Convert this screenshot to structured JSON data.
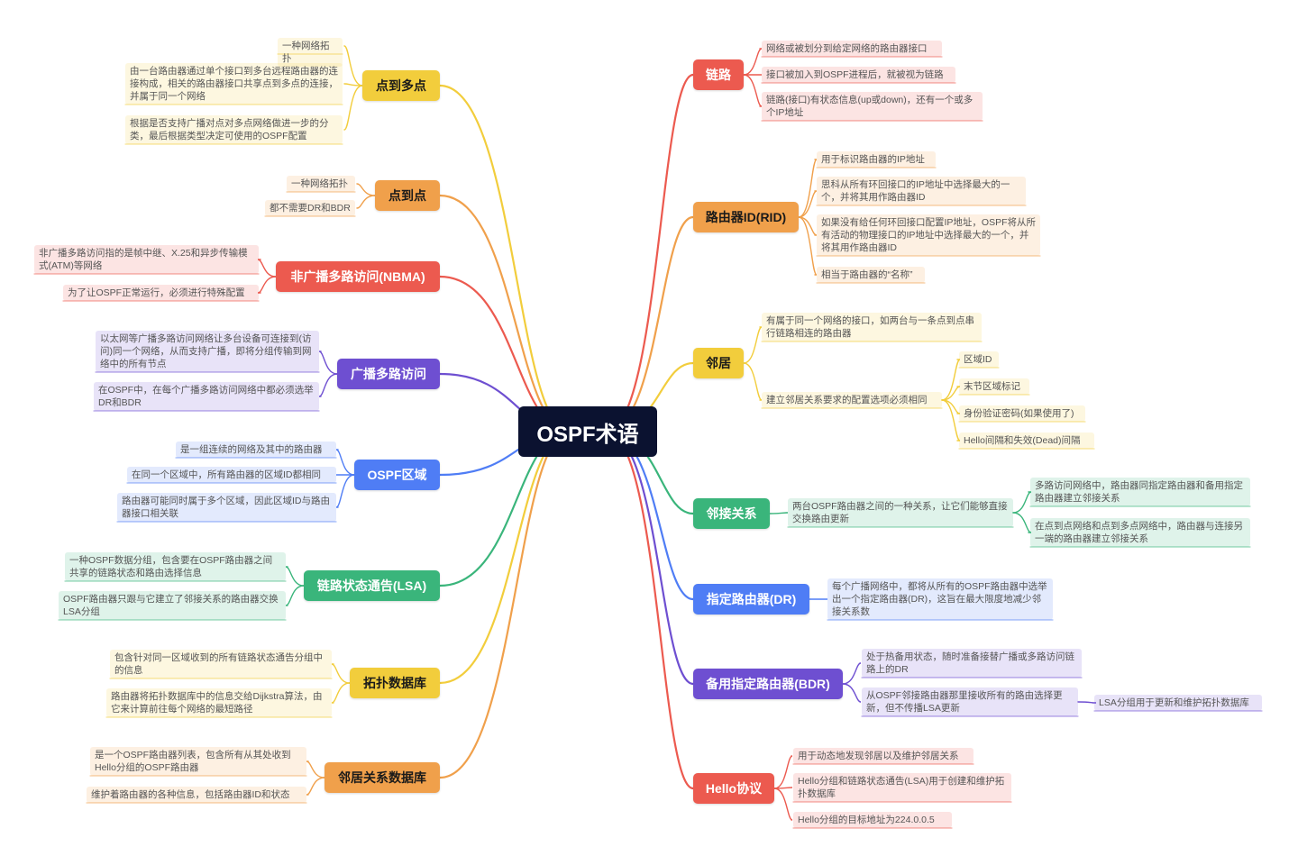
{
  "root": {
    "label": "OSPF术语"
  },
  "colors": {
    "yellow": "#f2cd3c",
    "orange": "#f0a04b",
    "red": "#ec5a4f",
    "purple": "#6e4fd1",
    "blue": "#4f7df5",
    "green": "#3ab57b"
  },
  "topics": [
    {
      "id": "p2mp",
      "label": "点到多点",
      "color": "#f2cd3c",
      "children": [
        {
          "text": "一种网络拓扑"
        },
        {
          "text": "由一台路由器通过单个接口到多台远程路由器的连接构成，相关的路由器接口共享点到多点的连接，并属于同一个网络"
        },
        {
          "text": "根据是否支持广播对点对多点网络做进一步的分类，最后根据类型决定可使用的OSPF配置"
        }
      ]
    },
    {
      "id": "p2p",
      "label": "点到点",
      "color": "#f0a04b",
      "children": [
        {
          "text": "一种网络拓扑"
        },
        {
          "text": "都不需要DR和BDR"
        }
      ]
    },
    {
      "id": "nbma",
      "label": "非广播多路访问(NBMA)",
      "color": "#ec5a4f",
      "children": [
        {
          "text": "非广播多路访问指的是帧中继、X.25和异步传输模式(ATM)等网络"
        },
        {
          "text": "为了让OSPF正常运行，必须进行特殊配置"
        }
      ]
    },
    {
      "id": "bma",
      "label": "广播多路访问",
      "color": "#6e4fd1",
      "children": [
        {
          "text": "以太网等广播多路访问网络让多台设备可连接到(访问)同一个网络，从而支持广播，即将分组传输到网络中的所有节点"
        },
        {
          "text": "在OSPF中，在每个广播多路访问网络中都必须选举DR和BDR"
        }
      ]
    },
    {
      "id": "area",
      "label": "OSPF区域",
      "color": "#4f7df5",
      "children": [
        {
          "text": "是一组连续的网络及其中的路由器"
        },
        {
          "text": "在同一个区域中，所有路由器的区域ID都相同"
        },
        {
          "text": "路由器可能同时属于多个区域，因此区域ID与路由器接口相关联"
        }
      ]
    },
    {
      "id": "lsa",
      "label": "链路状态通告(LSA)",
      "color": "#3ab57b",
      "children": [
        {
          "text": "一种OSPF数据分组，包含要在OSPF路由器之间共享的链路状态和路由选择信息"
        },
        {
          "text": "OSPF路由器只跟与它建立了邻接关系的路由器交换LSA分组"
        }
      ]
    },
    {
      "id": "topo",
      "label": "拓扑数据库",
      "color": "#f2cd3c",
      "children": [
        {
          "text": "包含针对同一区域收到的所有链路状态通告分组中的信息"
        },
        {
          "text": "路由器将拓扑数据库中的信息交给Dijkstra算法，由它来计算前往每个网络的最短路径"
        }
      ]
    },
    {
      "id": "nbrdb",
      "label": "邻居关系数据库",
      "color": "#f0a04b",
      "children": [
        {
          "text": "是一个OSPF路由器列表，包含所有从其处收到Hello分组的OSPF路由器"
        },
        {
          "text": "维护着路由器的各种信息，包括路由器ID和状态"
        }
      ]
    },
    {
      "id": "link",
      "label": "链路",
      "color": "#ec5a4f",
      "children": [
        {
          "text": "网络或被划分到给定网络的路由器接口"
        },
        {
          "text": "接口被加入到OSPF进程后，就被视为链路"
        },
        {
          "text": "链路(接口)有状态信息(up或down)，还有一个或多个IP地址"
        }
      ]
    },
    {
      "id": "rid",
      "label": "路由器ID(RID)",
      "color": "#f0a04b",
      "children": [
        {
          "text": "用于标识路由器的IP地址"
        },
        {
          "text": "思科从所有环回接口的IP地址中选择最大的一个，并将其用作路由器ID"
        },
        {
          "text": "如果没有给任何环回接口配置IP地址，OSPF将从所有活动的物理接口的IP地址中选择最大的一个，并将其用作路由器ID"
        },
        {
          "text": "相当于路由器的“名称”"
        }
      ]
    },
    {
      "id": "nbr",
      "label": "邻居",
      "color": "#f2cd3c",
      "children": [
        {
          "text": "有属于同一个网络的接口，如两台与一条点到点串行链路相连的路由器"
        },
        {
          "text": "建立邻居关系要求的配置选项必须相同",
          "children": [
            {
              "text": "区域ID"
            },
            {
              "text": "末节区域标记"
            },
            {
              "text": "身份验证密码(如果使用了)"
            },
            {
              "text": "Hello间隔和失效(Dead)间隔"
            }
          ]
        }
      ]
    },
    {
      "id": "adj",
      "label": "邻接关系",
      "color": "#3ab57b",
      "children": [
        {
          "text": "两台OSPF路由器之间的一种关系，让它们能够直接交换路由更新",
          "children": [
            {
              "text": "多路访问网络中，路由器同指定路由器和备用指定路由器建立邻接关系"
            },
            {
              "text": "在点到点网络和点到多点网络中，路由器与连接另一端的路由器建立邻接关系"
            }
          ]
        }
      ]
    },
    {
      "id": "dr",
      "label": "指定路由器(DR)",
      "color": "#4f7df5",
      "children": [
        {
          "text": "每个广播网络中，都将从所有的OSPF路由器中选举出一个指定路由器(DR)，这旨在最大限度地减少邻接关系数"
        }
      ]
    },
    {
      "id": "bdr",
      "label": "备用指定路由器(BDR)",
      "color": "#6e4fd1",
      "children": [
        {
          "text": "处于热备用状态，随时准备接替广播或多路访问链路上的DR"
        },
        {
          "text": "从OSPF邻接路由器那里接收所有的路由选择更新，但不传播LSA更新",
          "children": [
            {
              "text": "LSA分组用于更新和维护拓扑数据库"
            }
          ]
        }
      ]
    },
    {
      "id": "hello",
      "label": "Hello协议",
      "color": "#ec5a4f",
      "children": [
        {
          "text": "用于动态地发现邻居以及维护邻居关系"
        },
        {
          "text": "Hello分组和链路状态通告(LSA)用于创建和维护拓扑数据库"
        },
        {
          "text": "Hello分组的目标地址为224.0.0.5"
        }
      ]
    }
  ]
}
